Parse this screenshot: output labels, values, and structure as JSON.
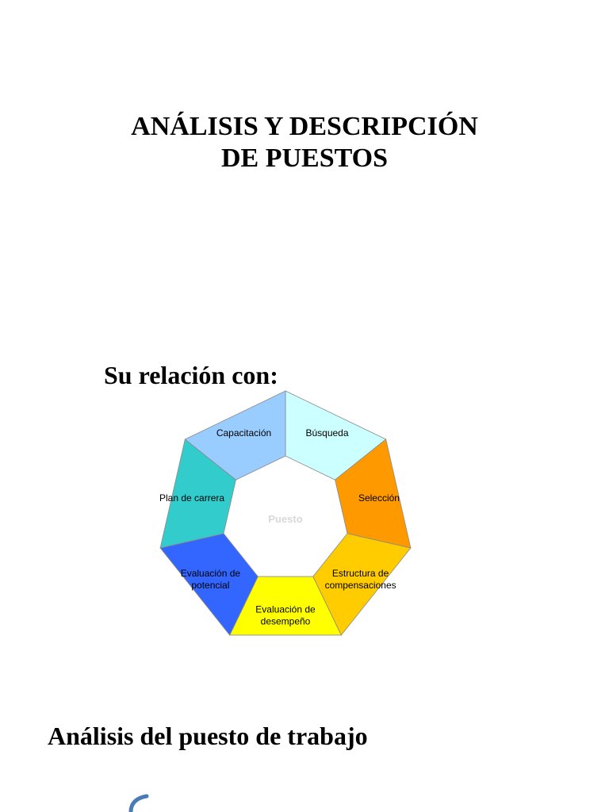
{
  "doc": {
    "title_line1": "ANÁLISIS Y DESCRIPCIÓN",
    "title_line2": "DE PUESTOS",
    "subtitle": "Su relación con:",
    "section_heading": "Análisis del puesto de trabajo"
  },
  "wheel": {
    "center_label": "Puesto",
    "segments": [
      {
        "label": [
          "Búsqueda"
        ],
        "color": "#CCFFFF"
      },
      {
        "label": [
          "Selección"
        ],
        "color": "#FF9900"
      },
      {
        "label": [
          "Estructura de",
          "compensaciones"
        ],
        "color": "#FFCC00"
      },
      {
        "label": [
          "Evaluación de",
          "desempeño"
        ],
        "color": "#FFFF00"
      },
      {
        "label": [
          "Evaluación de",
          "potencial"
        ],
        "color": "#3366FF"
      },
      {
        "label": [
          "Plan de carrera"
        ],
        "color": "#33CCCC"
      },
      {
        "label": [
          "Capacitación"
        ],
        "color": "#99CCFF"
      }
    ]
  },
  "colors": {
    "outline": "#8a8a8a",
    "center_text": "#d8d8d8",
    "hook": "#4a7bb5"
  }
}
